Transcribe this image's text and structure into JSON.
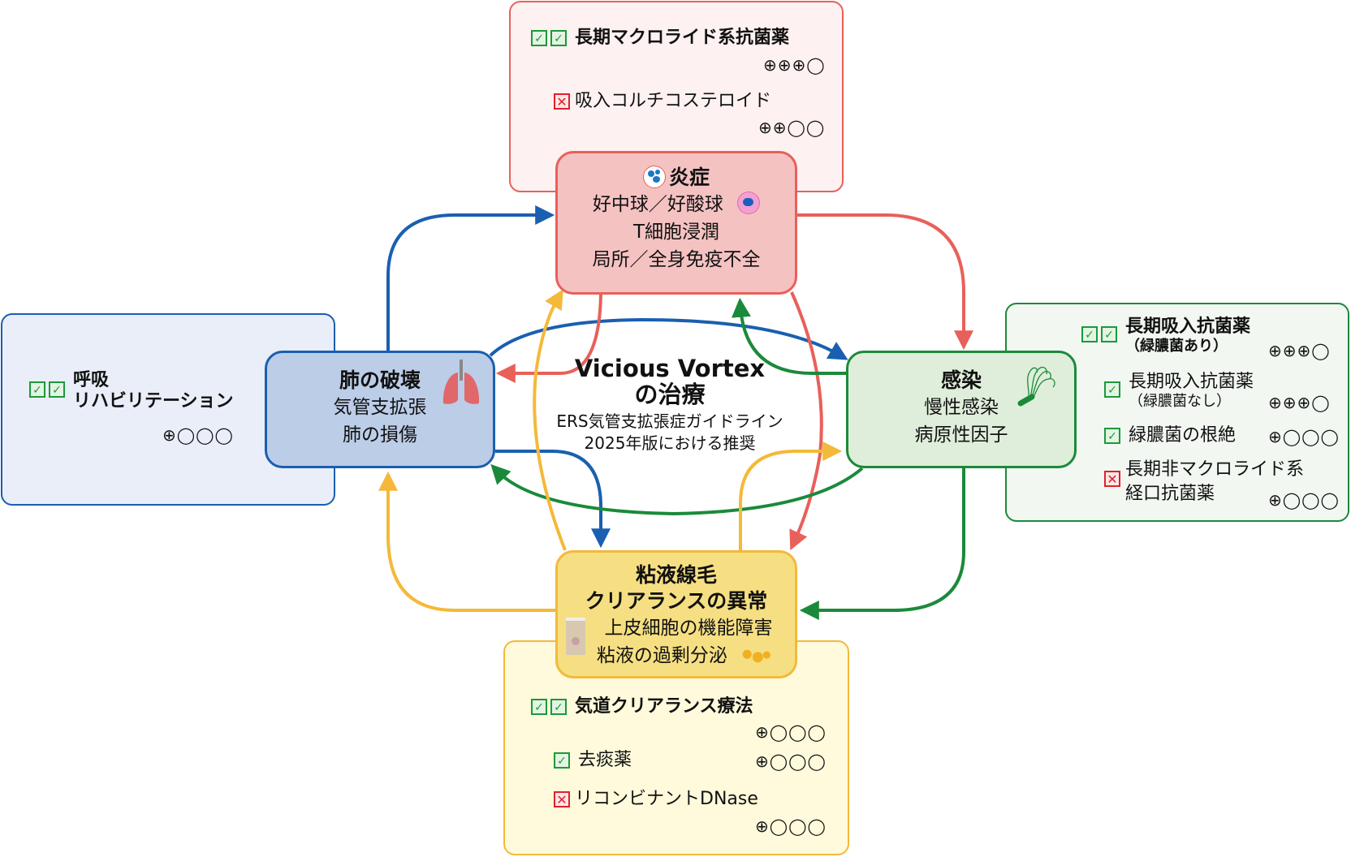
{
  "center": {
    "title_line1": "Vicious Vortex",
    "title_line2": "の治療",
    "subtitle_line1": "ERS気管支拡張症ガイドライン",
    "subtitle_line2": "2025年版における推奨"
  },
  "colors": {
    "inflammation": "#e8605a",
    "lung": "#1a5fb0",
    "infection": "#1a8a3a",
    "mucus": "#f4b93a",
    "check": "#1a9a3a",
    "cross": "#e0202a"
  },
  "nodes": {
    "inflammation": {
      "title": "炎症",
      "lines": [
        "好中球／好酸球",
        "T細胞浸潤",
        "局所／全身免疫不全"
      ],
      "icons": [
        "neutrophil-icon",
        "eosinophil-icon"
      ]
    },
    "lung_destruction": {
      "title": "肺の破壊",
      "lines": [
        "気管支拡張",
        "肺の損傷"
      ],
      "icons": [
        "lungs-icon"
      ]
    },
    "infection": {
      "title": "感染",
      "lines": [
        "慢性感染",
        "病原性因子"
      ],
      "icons": [
        "bacterium-icon"
      ]
    },
    "mucus": {
      "title_line1": "粘液線毛",
      "title_line2": "クリアランスの異常",
      "lines": [
        "上皮細胞の機能障害",
        "粘液の過剰分泌"
      ],
      "icons": [
        "epithelial-cell-icon",
        "mucus-icon"
      ]
    }
  },
  "treatments": {
    "inflammation": [
      {
        "label": "長期マクロライド系抗菌薬",
        "recommendation": "strong-for",
        "marks": "☑☑",
        "bold": true,
        "grade": "⊕⊕⊕◯"
      },
      {
        "label": "吸入コルチコステロイド",
        "recommendation": "against",
        "marks": "☒",
        "bold": false,
        "grade": "⊕⊕◯◯"
      }
    ],
    "lung_destruction": [
      {
        "label_line1": "呼吸",
        "label_line2": "リハビリテーション",
        "recommendation": "strong-for",
        "marks": "☑☑",
        "bold": true,
        "grade": "⊕◯◯◯"
      }
    ],
    "infection": [
      {
        "label": "長期吸入抗菌薬",
        "sub": "（緑膿菌あり）",
        "recommendation": "strong-for",
        "marks": "☑☑",
        "bold": true,
        "grade": "⊕⊕⊕◯"
      },
      {
        "label": "長期吸入抗菌薬",
        "sub": "（緑膿菌なし）",
        "recommendation": "conditional-for",
        "marks": "☑",
        "bold": false,
        "grade": "⊕⊕⊕◯"
      },
      {
        "label": "緑膿菌の根絶",
        "recommendation": "conditional-for",
        "marks": "☑",
        "bold": false,
        "grade": "⊕◯◯◯"
      },
      {
        "label": "長期非マクロライド系",
        "label_line2": "経口抗菌薬",
        "recommendation": "against",
        "marks": "☒",
        "bold": false,
        "grade": "⊕◯◯◯"
      }
    ],
    "mucus": [
      {
        "label": "気道クリアランス療法",
        "recommendation": "strong-for",
        "marks": "☑☑",
        "bold": true,
        "grade": "⊕◯◯◯"
      },
      {
        "label": "去痰薬",
        "recommendation": "conditional-for",
        "marks": "☑",
        "bold": false,
        "grade": "⊕◯◯◯"
      },
      {
        "label": "リコンビナントDNase",
        "recommendation": "against",
        "marks": "☒",
        "bold": false,
        "grade": "⊕◯◯◯"
      }
    ]
  },
  "arrows": [
    {
      "from": "lung_destruction",
      "to": "inflammation",
      "color": "lung"
    },
    {
      "from": "lung_destruction",
      "to": "infection",
      "color": "lung"
    },
    {
      "from": "lung_destruction",
      "to": "mucus",
      "color": "lung"
    },
    {
      "from": "inflammation",
      "to": "lung_destruction",
      "color": "inflammation"
    },
    {
      "from": "inflammation",
      "to": "infection",
      "color": "inflammation"
    },
    {
      "from": "inflammation",
      "to": "mucus",
      "color": "inflammation"
    },
    {
      "from": "infection",
      "to": "inflammation",
      "color": "infection"
    },
    {
      "from": "infection",
      "to": "lung_destruction",
      "color": "infection"
    },
    {
      "from": "infection",
      "to": "mucus",
      "color": "infection"
    },
    {
      "from": "mucus",
      "to": "inflammation",
      "color": "mucus"
    },
    {
      "from": "mucus",
      "to": "lung_destruction",
      "color": "mucus"
    },
    {
      "from": "mucus",
      "to": "infection",
      "color": "mucus"
    }
  ]
}
